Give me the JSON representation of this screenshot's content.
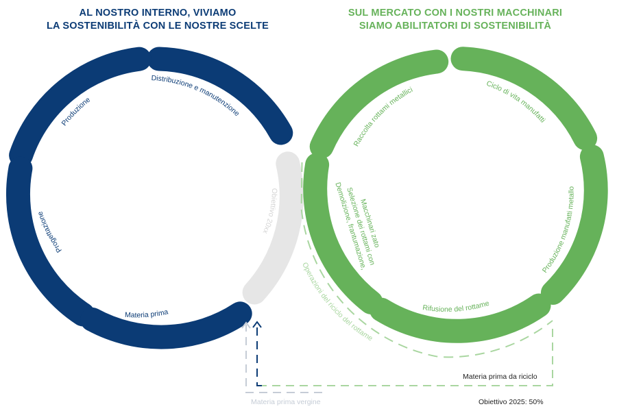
{
  "header_left": {
    "line1": "AL NOSTRO INTERNO, VIVIAMO",
    "line2": "LA SOSTENIBILITÀ CON LE  NOSTRE SCELTE"
  },
  "header_right": {
    "line1": "SUL MERCATO CON I NOSTRI MACCHINARI",
    "line2": "SIAMO ABILITATORI DI SOSTENIBILITÀ"
  },
  "left_cycle": {
    "distribuzione": "Distribuzione e manutenzione",
    "produzione": "Produzione",
    "progettazione": "Progettazione",
    "materia_prima": "Materia prima",
    "obiettivo": "Obiettivo 20xx"
  },
  "right_cycle": {
    "raccolta": "Raccolta rottami metallici",
    "ciclo": "Ciclo di vita manufatti",
    "produzione": "Produzione manufatti metallo",
    "rifusione": "Rifusione del rottame",
    "demolizione_1": "Demolizione, frantumazione,",
    "demolizione_2": "Selezione dei rottami con",
    "demolizione_3": "Macchinari zato",
    "operazioni": "Operazioni del riciclo del rottame"
  },
  "bottom": {
    "riciclo": "Materia prima da riciclo",
    "obiettivo": "Obiettivo 2025: 50%",
    "vergine": "Materia prima vergine"
  },
  "colors": {
    "navy": "#0b3b75",
    "green": "#66b25a",
    "gray": "#e6e6e6",
    "light_green": "#a9d6a0",
    "light_gray": "#c5ccd6"
  }
}
